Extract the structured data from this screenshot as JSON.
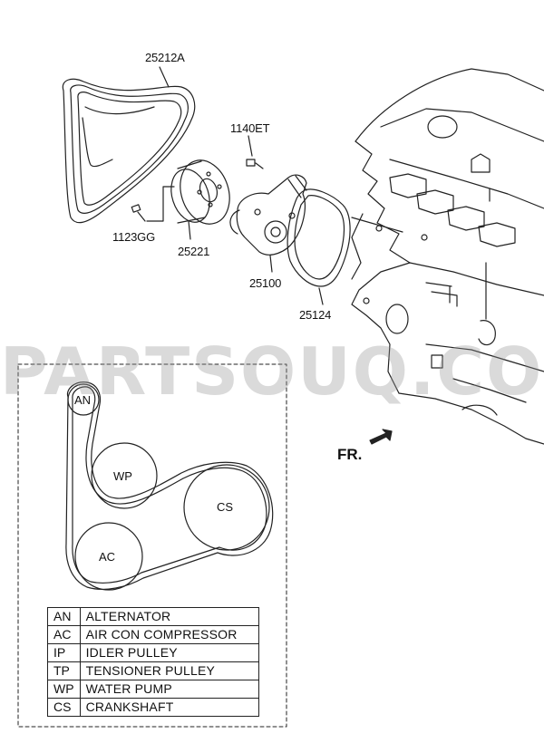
{
  "labels": {
    "belt": "25212A",
    "bolt_upper": "1140ET",
    "bolt_lower": "1123GG",
    "pulley": "25221",
    "water_pump": "25100",
    "gasket": "25124",
    "front": "FR."
  },
  "watermark": "PARTSOUQ.COM",
  "pulleys": {
    "an": "AN",
    "wp": "WP",
    "cs": "CS",
    "ac": "AC"
  },
  "legend": [
    {
      "abbr": "AN",
      "name": "ALTERNATOR"
    },
    {
      "abbr": "AC",
      "name": "AIR CON COMPRESSOR"
    },
    {
      "abbr": "IP",
      "name": "IDLER PULLEY"
    },
    {
      "abbr": "TP",
      "name": "TENSIONER PULLEY"
    },
    {
      "abbr": "WP",
      "name": "WATER PUMP"
    },
    {
      "abbr": "CS",
      "name": "CRANKSHAFT"
    }
  ],
  "colors": {
    "line": "#222222",
    "watermark": "#969696"
  }
}
